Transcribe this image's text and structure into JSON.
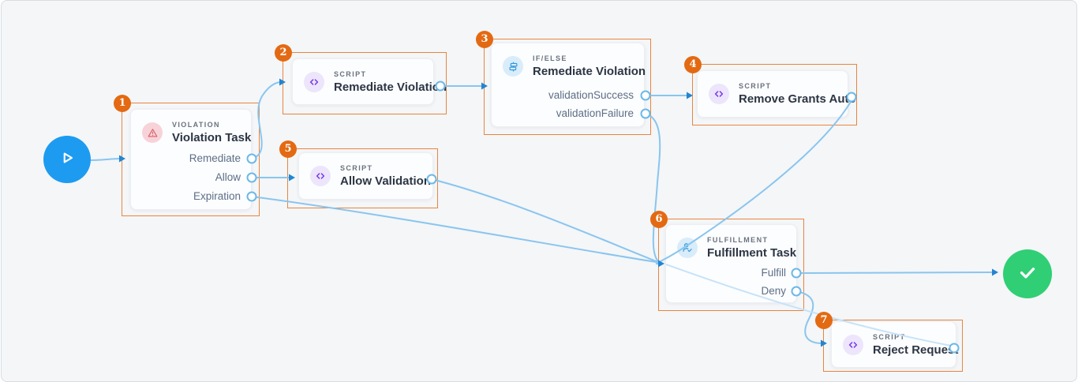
{
  "app": {
    "name": "workflow-canvas"
  },
  "start_node": {
    "icon": "play-icon"
  },
  "end_node": {
    "icon": "check-icon"
  },
  "nodes": [
    {
      "badge": "1",
      "type_label": "VIOLATION",
      "title": "Violation Task",
      "icon": "warning-triangle-icon",
      "output_ports": [
        "Remediate",
        "Allow",
        "Expiration"
      ]
    },
    {
      "badge": "2",
      "type_label": "SCRIPT",
      "title": "Remediate Violation",
      "icon": "code-icon",
      "output_ports": []
    },
    {
      "badge": "3",
      "type_label": "IF/ELSE",
      "title": "Remediate Violation",
      "icon": "branch-icon",
      "output_ports": [
        "validationSuccess",
        "validationFailure"
      ]
    },
    {
      "badge": "4",
      "type_label": "SCRIPT",
      "title": "Remove Grants Auto",
      "icon": "code-icon",
      "output_ports": []
    },
    {
      "badge": "5",
      "type_label": "SCRIPT",
      "title": "Allow Validation",
      "icon": "code-icon",
      "output_ports": []
    },
    {
      "badge": "6",
      "type_label": "FULFILLMENT",
      "title": "Fulfillment Task",
      "icon": "user-check-icon",
      "output_ports": [
        "Fulfill",
        "Deny"
      ]
    },
    {
      "badge": "7",
      "type_label": "SCRIPT",
      "title": "Reject Request",
      "icon": "code-icon",
      "output_ports": []
    }
  ],
  "edges": [
    {
      "from": "start",
      "to": "violation-task"
    },
    {
      "from": "violation-task.Remediate",
      "to": "remediate-violation-script"
    },
    {
      "from": "remediate-violation-script",
      "to": "remediate-violation-ifelse"
    },
    {
      "from": "remediate-violation-ifelse.validationSuccess",
      "to": "remove-grants-auto"
    },
    {
      "from": "remediate-violation-ifelse.validationFailure",
      "to": "fulfillment-task"
    },
    {
      "from": "remove-grants-auto",
      "to": "fulfillment-task"
    },
    {
      "from": "violation-task.Allow",
      "to": "allow-validation"
    },
    {
      "from": "allow-validation",
      "to": "fulfillment-task"
    },
    {
      "from": "violation-task.Expiration",
      "to": "fulfillment-task"
    },
    {
      "from": "fulfillment-task.Fulfill",
      "to": "end"
    },
    {
      "from": "fulfillment-task.Deny",
      "to": "reject-request"
    },
    {
      "from": "reject-request",
      "to": "fulfillment-task"
    }
  ],
  "colors": {
    "canvas_background": "#f4f6f8",
    "selection_orange": "#e8853f",
    "badge_orange": "#e36a12",
    "edge_blue": "#8ac5ee",
    "arrow_blue": "#2285d0",
    "start_blue": "#1d9bf0",
    "end_green": "#30cf75",
    "violation_icon_red": "#d45f66",
    "script_icon_purple": "#7a3bed",
    "flow_icon_blue": "#2e97db"
  }
}
